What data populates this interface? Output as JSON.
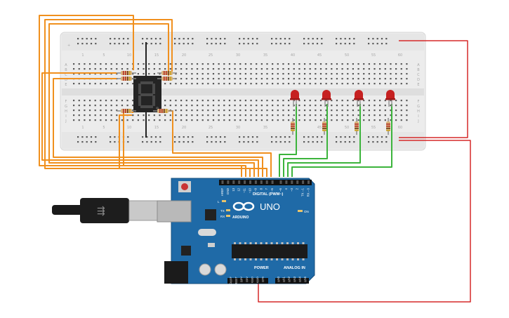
{
  "colors": {
    "background": "#ffffff",
    "breadboard": "#ececec",
    "breadboard_hole": "#5a5a5a",
    "wire_orange": "#f0901e",
    "wire_green": "#3cb43c",
    "wire_red": "#d62828",
    "led_red": "#c62020",
    "arduino_blue": "#1f6aa7",
    "display_body": "#242424",
    "display_segment": "#4a4a4a"
  },
  "breadboard": {
    "column_numbers": [
      "1",
      "5",
      "10",
      "15",
      "20",
      "25",
      "30",
      "35",
      "40",
      "45",
      "50",
      "55",
      "60"
    ],
    "row_letters_top": [
      "A",
      "B",
      "C",
      "D",
      "E"
    ],
    "row_letters_bottom": [
      "F",
      "G",
      "H",
      "I",
      "J"
    ],
    "rail_marks": [
      "+",
      "-"
    ]
  },
  "seven_segment": {
    "digit": "8"
  },
  "leds": {
    "count": 4,
    "color_name": "red"
  },
  "arduino": {
    "model": "UNO",
    "brand": "ARDUINO",
    "digital_header_label": "DIGITAL (PWM~)",
    "digital_pins": [
      "AREF",
      "GND",
      "13",
      "12",
      "~11",
      "~10",
      "~9",
      "8",
      "7",
      "~6",
      "~5",
      "4",
      "~3",
      "2",
      "TX→1",
      "RX←0"
    ],
    "power_label": "POWER",
    "power_pins": [
      "IOREF",
      "RESET",
      "3.3V",
      "5V",
      "GND",
      "GND",
      "Vin"
    ],
    "analog_label": "ANALOG IN",
    "analog_pins": [
      "A0",
      "A1",
      "A2",
      "A3",
      "A4",
      "A5"
    ],
    "led_labels": [
      "L",
      "TX",
      "RX",
      "ON"
    ]
  }
}
